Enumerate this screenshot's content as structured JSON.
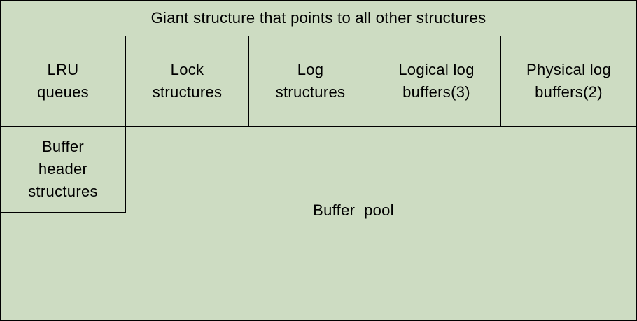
{
  "title": "Giant structure that points to all other structures",
  "row_boxes": [
    {
      "label": "LRU\nqueues"
    },
    {
      "label": "Lock\nstructures"
    },
    {
      "label": "Log\nstructures"
    },
    {
      "label": "Logical log\nbuffers(3)"
    },
    {
      "label": "Physical log\nbuffers(2)"
    }
  ],
  "buffer_header": "Buffer\nheader\nstructures",
  "buffer_pool": "Buffer  pool",
  "colors": {
    "fill": "#cddcc2",
    "border": "#000000"
  }
}
